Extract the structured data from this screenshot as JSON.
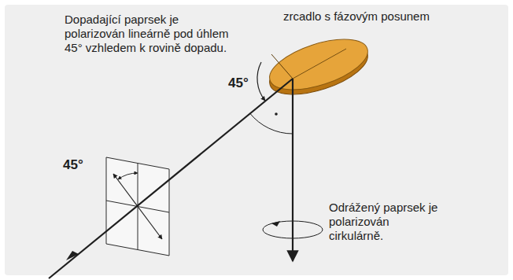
{
  "diagram": {
    "labels": [
      "Dopadající paprsek je polarizován lineárně pod úhlem 45° vzhledem k rovině dopadu.",
      "zrcadlo s fázovým posunem",
      "45°",
      "45°",
      "Odrážený paprsek je polarizován cirkulárně."
    ]
  }
}
